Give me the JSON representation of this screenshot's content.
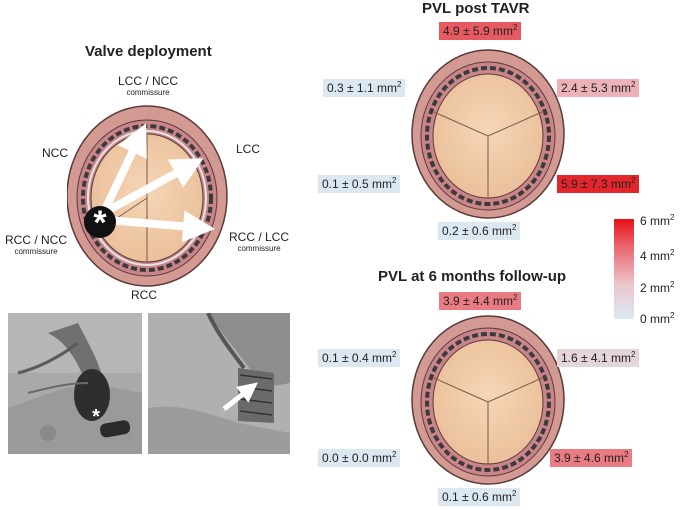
{
  "deployment": {
    "title": "Valve deployment",
    "labels": {
      "lcc_ncc": "LCC / NCC",
      "lcc_ncc_sub": "commissure",
      "ncc": "NCC",
      "lcc": "LCC",
      "rcc_ncc": "RCC / NCC",
      "rcc_ncc_sub": "commissure",
      "rcc_lcc": "RCC / LCC",
      "rcc_lcc_sub": "commissure",
      "rcc": "RCC"
    },
    "marker": "*"
  },
  "post_tavr": {
    "title": "PVL post TAVR",
    "values": {
      "top": "4.9 ± 5.9 mm",
      "upper_left": "0.3 ± 1.1 mm",
      "upper_right": "2.4 ± 5.3  mm",
      "lower_left": "0.1 ± 0.5 mm",
      "lower_right": "5.9 ± 7.3 mm",
      "bottom": "0.2 ± 0.6 mm"
    }
  },
  "six_months": {
    "title": "PVL at 6 months follow-up",
    "values": {
      "top": "3.9 ± 4.4 mm",
      "upper_left": "0.1 ± 0.4 mm",
      "upper_right": "1.6 ± 4.1 mm",
      "lower_left": "0.0 ± 0.0 mm",
      "lower_right": "3.9 ± 4.6 mm",
      "bottom": "0.1 ± 0.6 mm"
    }
  },
  "unit_sup": "2",
  "legend": {
    "ticks": [
      "6 mm",
      "4 mm",
      "2 mm",
      "0 mm"
    ],
    "colors": {
      "low": "#dbe9f3",
      "high": "#e8111a"
    }
  },
  "value_colors": {
    "post_top": "#e85a62",
    "post_upper_left": "#dce8f1",
    "post_upper_right": "#ecb2b8",
    "post_lower_left": "#dce8f1",
    "post_lower_right": "#e4252c",
    "post_bottom": "#dce8f1",
    "m6_top": "#ea7b82",
    "m6_upper_left": "#dce8f1",
    "m6_upper_right": "#e4d4dc",
    "m6_lower_left": "#dce8f1",
    "m6_lower_right": "#ea7b82",
    "m6_bottom": "#dce8f1"
  }
}
